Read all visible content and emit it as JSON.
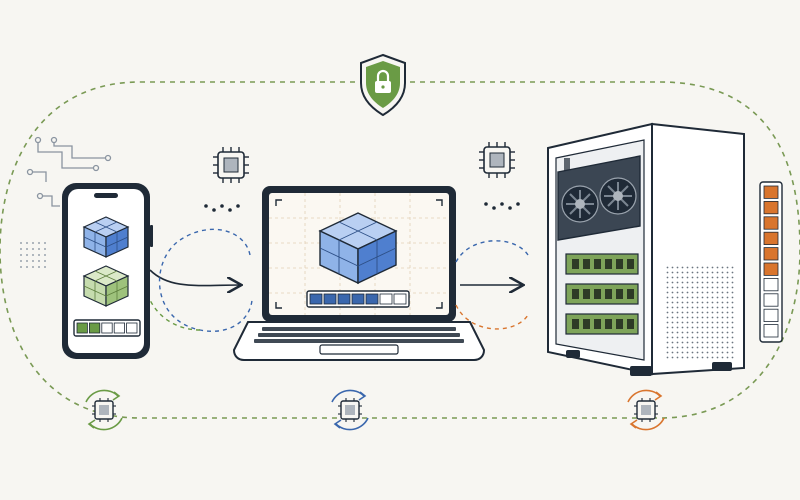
{
  "colors": {
    "background": "#f7f6f2",
    "outline": "#1f2a37",
    "green_accent": "#6a9b45",
    "blue_accent": "#3a67ad",
    "orange_accent": "#d9752e",
    "cube_blue_light": "#8fb3e8",
    "cube_blue_dark": "#4f7fcf",
    "cube_green_light": "#c6dcae",
    "cube_green_dark": "#9ec27c",
    "dashed_path": "#7a9a55",
    "ram_green": "#7ea45a",
    "grid_tan": "#e2cfb5"
  },
  "icons": {
    "security": "shield-lock-icon",
    "chip": "cpu-chip-icon",
    "cycle": "cycle-arrows-icon",
    "cube": "cube-stack-icon",
    "gpu": "graphics-card-icon",
    "ram": "ram-module-icon"
  },
  "devices": {
    "phone": {
      "icon": "smartphone",
      "progress_segments_total": 5,
      "progress_segments_filled": 2
    },
    "laptop": {
      "icon": "laptop",
      "progress_segments_total": 7,
      "progress_segments_filled": 5
    },
    "server": {
      "icon": "server-tower",
      "ram_modules": 3,
      "gpu_fans": 2
    }
  },
  "server_gauge": {
    "segments_total": 10,
    "segments_filled": 6
  }
}
